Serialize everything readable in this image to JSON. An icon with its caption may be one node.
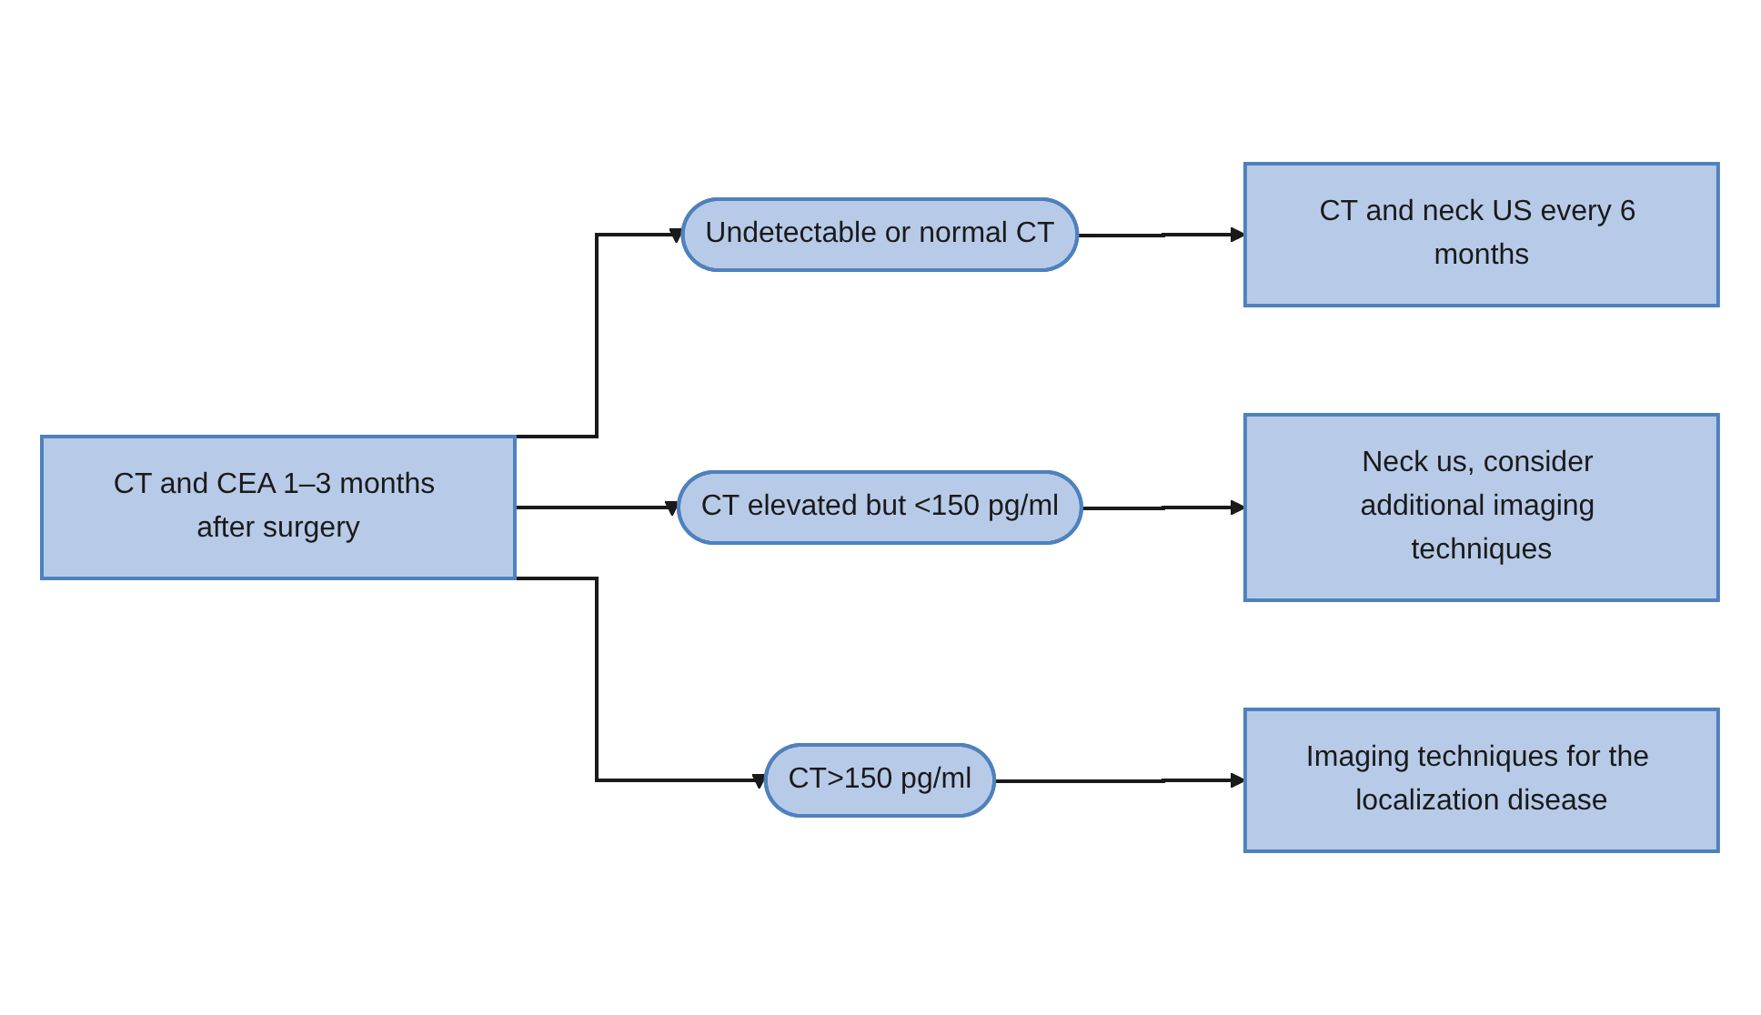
{
  "diagram": {
    "nodes": [
      {
        "text": [
          "CT and CEA 1–3 months after surgery"
        ]
      },
      {
        "text": [
          "Undetectable or normal CT"
        ]
      },
      {
        "text": [
          "CT and neck US every 6 months"
        ]
      },
      {
        "text": [
          "CT elevated but <150 pg/ml"
        ]
      },
      {
        "text": [
          "Neck us, consider additional imaging techniques"
        ]
      },
      {
        "text": [
          "CT>150 pg/ml"
        ]
      },
      {
        "text": [
          "Imaging techniques for the localization disease"
        ]
      }
    ],
    "edges": [
      {
        "from": 0,
        "to": 1,
        "arrow": "to"
      },
      {
        "from": 0,
        "to": 3,
        "arrow": "to"
      },
      {
        "from": 0,
        "to": 5,
        "arrow": "to"
      },
      {
        "from": 1,
        "to": 2,
        "arrow": "to"
      },
      {
        "from": 3,
        "to": 4,
        "arrow": "to"
      },
      {
        "from": 5,
        "to": 6,
        "arrow": "to"
      }
    ]
  }
}
